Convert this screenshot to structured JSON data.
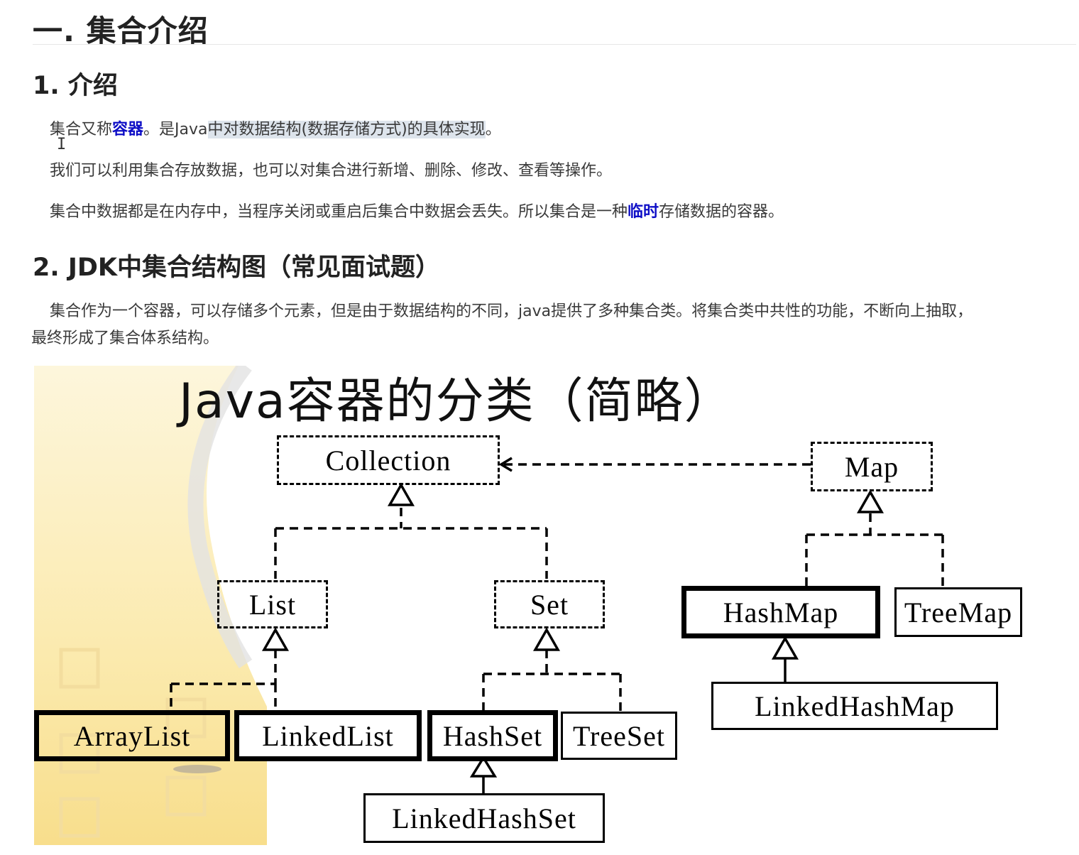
{
  "heading1": "一. 集合介绍",
  "section1": {
    "title": "1. 介绍",
    "p1": {
      "before": "集合又称",
      "link": "容器",
      "mid": "。是Java",
      "highlight": "中对数据结构(数据存储方式)的具体实现",
      "end": "。"
    },
    "p2": "我们可以利用集合存放数据，也可以对集合进行新增、删除、修改、查看等操作。",
    "p3": {
      "before": "集合中数据都是在内存中，当程序关闭或重启后集合中数据会丢失。所以集合是一种",
      "link": "临时",
      "end": "存储数据的容器。"
    }
  },
  "section2": {
    "title": "2. JDK中集合结构图（常见面试题）",
    "para_line1": "集合作为一个容器，可以存储多个元素，但是由于数据结构的不同，java提供了多种集合类。将集合类中共性的功能，不断向上抽取，",
    "para_line2": "最终形成了集合体系结构。"
  },
  "diagram": {
    "title": "Java容器的分类（简略）",
    "nodes": {
      "collection": "Collection",
      "map": "Map",
      "list": "List",
      "set": "Set",
      "hashmap": "HashMap",
      "treemap": "TreeMap",
      "arraylist": "ArrayList",
      "linkedlist": "LinkedList",
      "hashset": "HashSet",
      "treeset": "TreeSet",
      "linkedhashmap": "LinkedHashMap",
      "linkedhashset": "LinkedHashSet"
    }
  },
  "colors": {
    "link": "#0e0ec6",
    "highlight": "#dde4ec",
    "text": "#3a3a3a"
  }
}
